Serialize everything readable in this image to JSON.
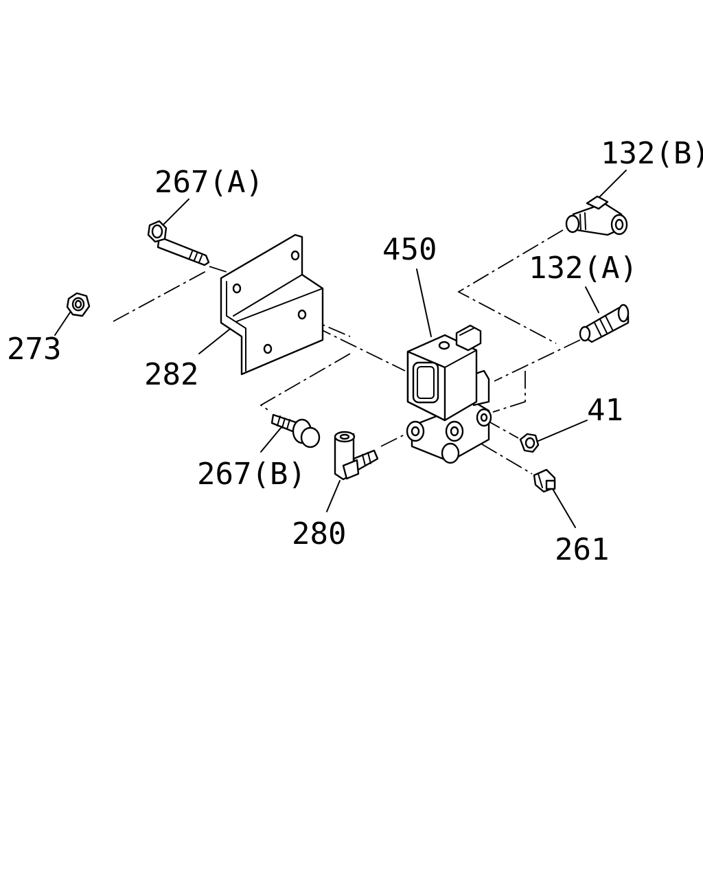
{
  "callouts": {
    "p132B": "132(B)",
    "p267A": "267(A)",
    "p450": "450",
    "p132A": "132(A)",
    "p273": "273",
    "p282": "282",
    "p41": "41",
    "p267B": "267(B)",
    "p280": "280",
    "p261": "261"
  }
}
